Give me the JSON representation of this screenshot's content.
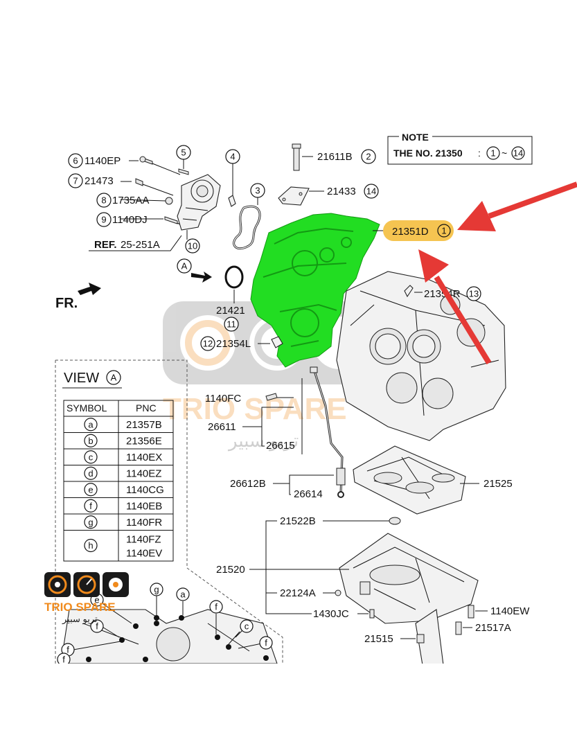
{
  "note": {
    "title": "NOTE",
    "line_prefix": "THE NO. 21350",
    "range_start": "1",
    "range_sep": "~",
    "range_end": "14"
  },
  "callouts": {
    "c6": {
      "num": "6",
      "pnc": "1140EP"
    },
    "c7": {
      "num": "7",
      "pnc": "21473"
    },
    "c8": {
      "num": "8",
      "pnc": "1735AA"
    },
    "c9": {
      "num": "9",
      "pnc": "1140DJ"
    },
    "c5": {
      "num": "5"
    },
    "c4": {
      "num": "4"
    },
    "c3": {
      "num": "3"
    },
    "c10": {
      "num": "10"
    },
    "c2": {
      "num": "2",
      "pnc": "21611B"
    },
    "c14": {
      "num": "14",
      "pnc": "21433"
    },
    "c1": {
      "num": "1",
      "pnc": "21351D"
    },
    "c13": {
      "num": "13",
      "pnc": "21354R"
    },
    "c11": {
      "num": "11",
      "pnc": "21421"
    },
    "c12": {
      "num": "12",
      "pnc": "21354L"
    }
  },
  "ref": {
    "label": "REF.",
    "value": "25-251A"
  },
  "view_marker": "A",
  "front_label": "FR.",
  "parts": {
    "p1140FC": "1140FC",
    "p26611": "26611",
    "p26615": "26615",
    "p26612B": "26612B",
    "p26614": "26614",
    "p21525": "21525",
    "p21522B": "21522B",
    "p21520": "21520",
    "p22124A": "22124A",
    "p1430JC": "1430JC",
    "p21515": "21515",
    "p1140EW": "1140EW",
    "p21517A": "21517A"
  },
  "view_table": {
    "title": "VIEW",
    "marker": "A",
    "headers": [
      "SYMBOL",
      "PNC"
    ],
    "rows": [
      {
        "symbol": "a",
        "pnc": "21357B"
      },
      {
        "symbol": "b",
        "pnc": "21356E"
      },
      {
        "symbol": "c",
        "pnc": "1140EX"
      },
      {
        "symbol": "d",
        "pnc": "1140EZ"
      },
      {
        "symbol": "e",
        "pnc": "1140CG"
      },
      {
        "symbol": "f",
        "pnc": "1140EB"
      },
      {
        "symbol": "g",
        "pnc": "1140FR"
      },
      {
        "symbol": "h",
        "pnc": "1140FZ",
        "pnc2": "1140EV"
      }
    ]
  },
  "view_detail_labels": {
    "g": "g",
    "a": "a",
    "e": "e",
    "f1": "f",
    "f2": "f",
    "f3": "f",
    "f4": "f",
    "c": "c",
    "f5": "f"
  },
  "watermark": {
    "brand": "TRIO SPARE",
    "arabic": "تريو سبير"
  },
  "logo": {
    "brand": "TRIO SPARE",
    "arabic": "تريو سبير"
  },
  "colors": {
    "highlight_green": "#22dd22",
    "highlight_yellow": "#f5c451",
    "arrow_red": "#e53935",
    "logo_orange": "#f08a1c",
    "logo_dark": "#1a1a1a"
  }
}
